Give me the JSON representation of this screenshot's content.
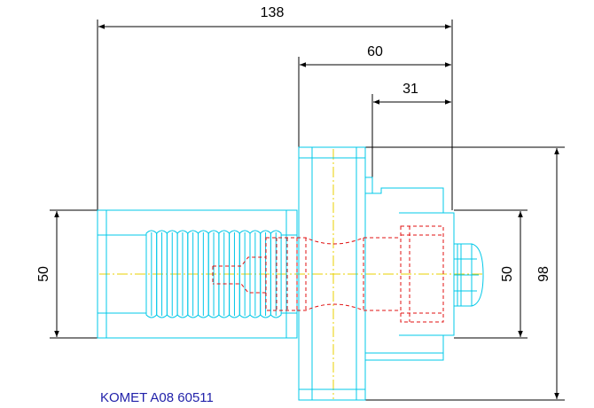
{
  "drawing": {
    "part_label": "KOMET A08 60511",
    "dimensions": {
      "overall_length": "138",
      "flange_length": "60",
      "short_length": "31",
      "shank_diameter": "50",
      "bore_diameter": "50",
      "flange_diameter": "98"
    }
  },
  "colors": {
    "outline": "#00c8e8",
    "hidden": "#e01010",
    "centerline": "#e8d000",
    "dimension": "#000000",
    "label": "#2222aa"
  }
}
